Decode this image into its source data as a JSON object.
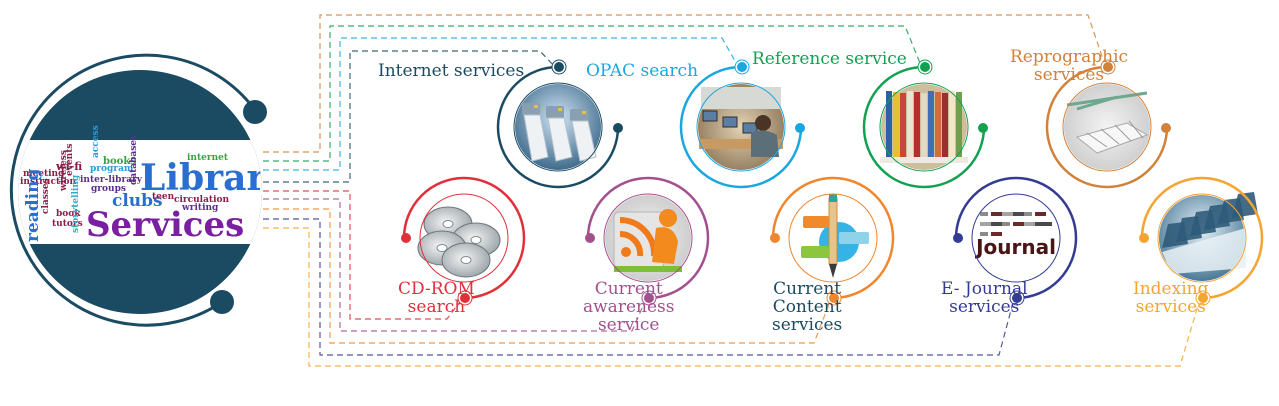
{
  "hub": {
    "title_line1": "Library",
    "title_line2": "Services",
    "word_cloud": [
      {
        "text": "meeting",
        "color": "#8b1d4a"
      },
      {
        "text": "wi-fi",
        "color": "#8b1d4a"
      },
      {
        "text": "events",
        "color": "#8b1d4a"
      },
      {
        "text": "access",
        "color": "#2a9bd6"
      },
      {
        "text": "books",
        "color": "#3aa043"
      },
      {
        "text": "program",
        "color": "#2a9bd6"
      },
      {
        "text": "databases",
        "color": "#5b2d8e"
      },
      {
        "text": "internet",
        "color": "#3aa043"
      },
      {
        "text": "instruction",
        "color": "#8b1d4a"
      },
      {
        "text": "inter-library",
        "color": "#5b2d8e"
      },
      {
        "text": "wireless",
        "color": "#8b1d4a"
      },
      {
        "text": "groups",
        "color": "#5b2d8e"
      },
      {
        "text": "clubs",
        "color": "#2a6fcf"
      },
      {
        "text": "teen",
        "color": "#8b1d4a"
      },
      {
        "text": "circulation",
        "color": "#8b1d4a"
      },
      {
        "text": "writing",
        "color": "#5b2d8e"
      },
      {
        "text": "reading",
        "color": "#2a6fcf"
      },
      {
        "text": "classes",
        "color": "#8b1d4a"
      },
      {
        "text": "book",
        "color": "#8b1d4a"
      },
      {
        "text": "tutors",
        "color": "#8b1d4a"
      },
      {
        "text": "storytelling",
        "color": "#2ab0c4"
      }
    ],
    "colors": {
      "ring": "#1b4b63",
      "library": "#2a6fcf",
      "services": "#7b1fa2"
    }
  },
  "services": [
    {
      "id": "internet",
      "label": [
        "Internet services"
      ],
      "color": "#1b4b63",
      "image": "network-cables"
    },
    {
      "id": "opac",
      "label": [
        "OPAC search"
      ],
      "color": "#1aa7e0",
      "image": "computer-lab"
    },
    {
      "id": "reference",
      "label": [
        "Reference service"
      ],
      "color": "#12a150",
      "image": "bookshelf"
    },
    {
      "id": "reprographic",
      "label": [
        "Reprographic",
        "services"
      ],
      "color": "#d0813a",
      "image": "architecture-blueprint"
    },
    {
      "id": "cdrom",
      "label": [
        "CD-ROM",
        "search"
      ],
      "color": "#e0303a",
      "image": "cd-discs"
    },
    {
      "id": "current-awareness",
      "label": [
        "Current",
        "awareness",
        "service"
      ],
      "color": "#a3508f",
      "image": "rss-reader"
    },
    {
      "id": "current-content",
      "label": [
        "Current",
        "Content",
        "services"
      ],
      "color": "#f0862e",
      "label_color": "#1b4b63",
      "image": "pencil-content"
    },
    {
      "id": "ejournal",
      "label": [
        "E- Journal",
        "services"
      ],
      "color": "#343b93",
      "image": "journal-wordcloud"
    },
    {
      "id": "indexing",
      "label": [
        "Indexing",
        "services"
      ],
      "color": "#f5a431",
      "image": "index-card-tabs"
    }
  ]
}
